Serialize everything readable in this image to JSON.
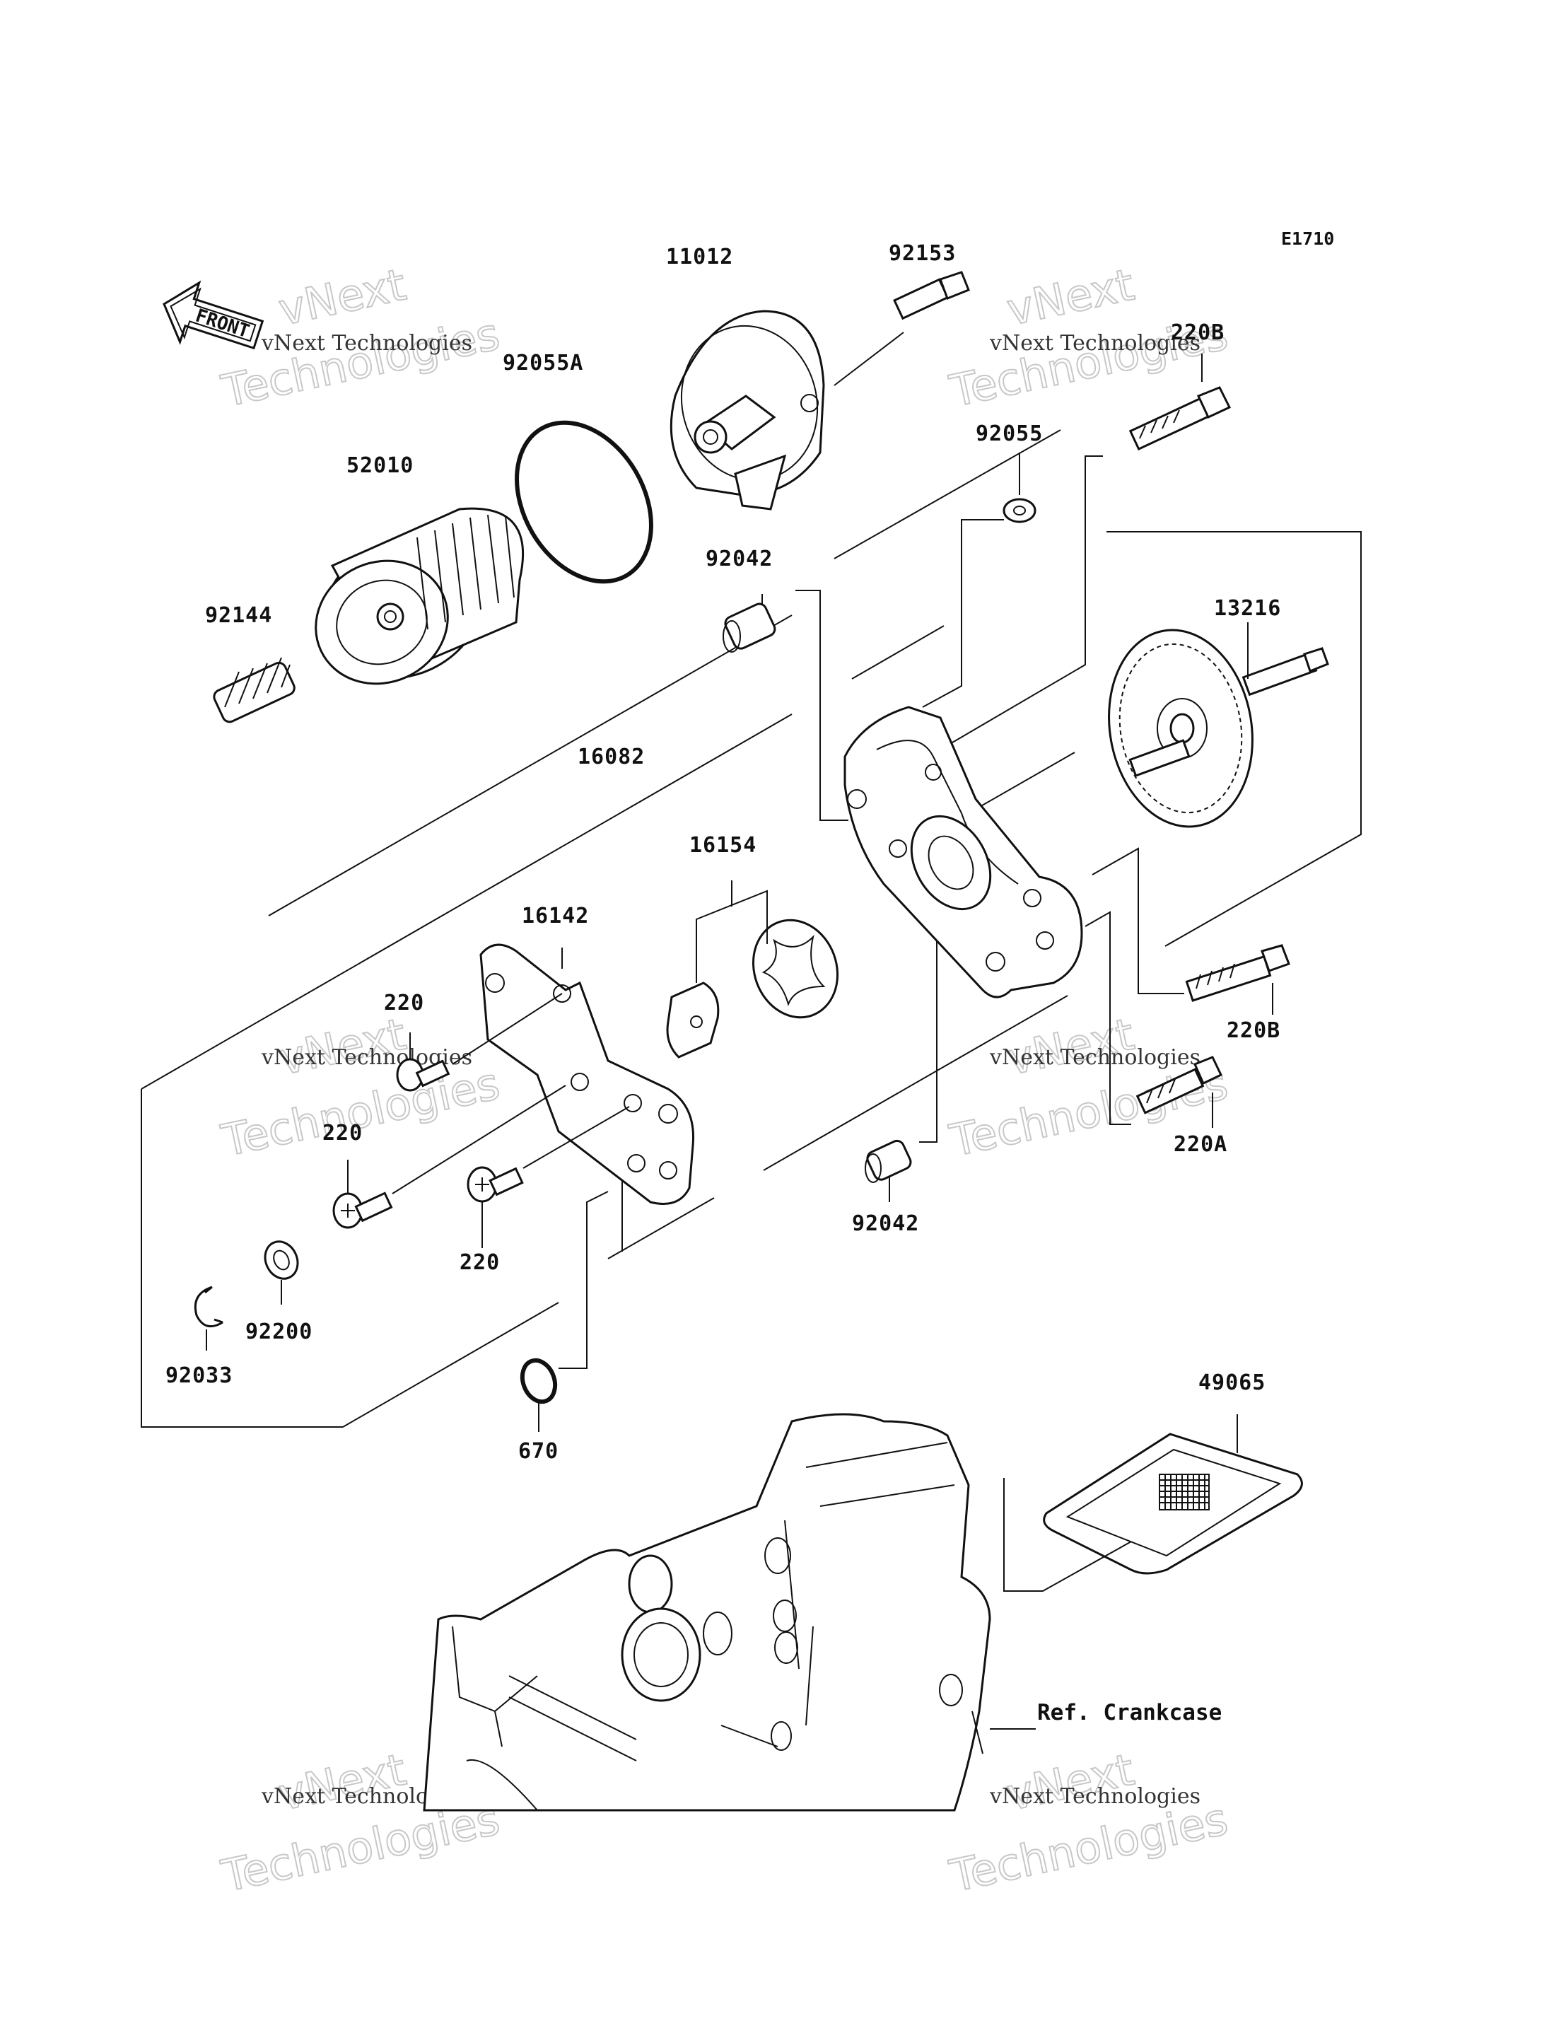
{
  "diagram_code": "E1710",
  "direction_badge": "FRONT",
  "reference": "Ref. Crankcase",
  "watermark": {
    "line1": "vNext Technologies",
    "line2": "vNext",
    "line3": "Technologies"
  },
  "part_numbers": {
    "p11012": "11012",
    "p92153": "92153",
    "p220B_top": "220B",
    "p92055A": "92055A",
    "p92055": "92055",
    "p52010": "52010",
    "p92042_top": "92042",
    "p13216": "13216",
    "p92144": "92144",
    "p16082": "16082",
    "p16154": "16154",
    "p16142": "16142",
    "p220_a": "220",
    "p220_b": "220",
    "p220_c": "220",
    "p220B_mid": "220B",
    "p220A": "220A",
    "p92042_bot": "92042",
    "p92200": "92200",
    "p92033": "92033",
    "p670": "670",
    "p49065": "49065"
  }
}
